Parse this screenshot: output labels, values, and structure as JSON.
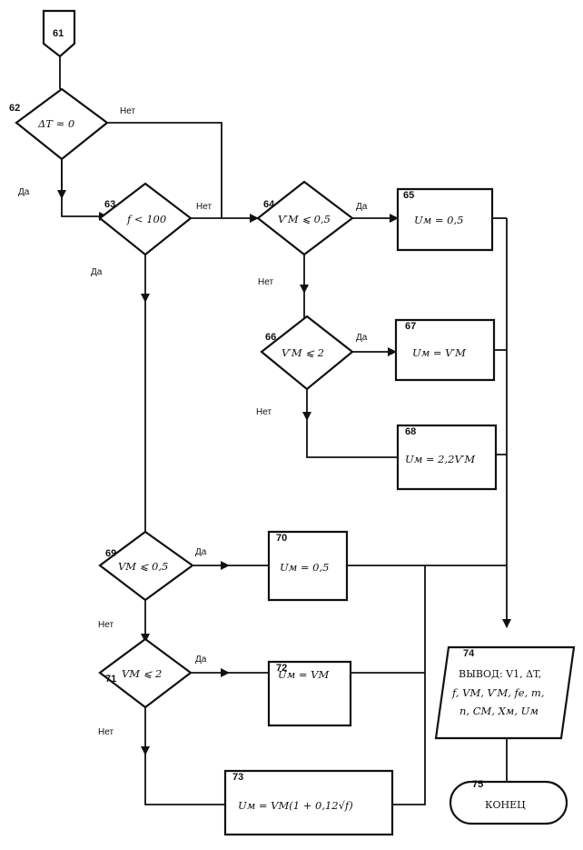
{
  "connector_in": {
    "number": "61"
  },
  "blocks": {
    "b62": {
      "number": "62",
      "text": "ΔT ≈ 0",
      "yes": "Да",
      "no": "Нет"
    },
    "b63": {
      "number": "63",
      "text": "f < 100",
      "yes": "Да",
      "no": "Нет"
    },
    "b64": {
      "number": "64",
      "text": "V′M ⩽ 0,5",
      "yes": "Да",
      "no": "Нет"
    },
    "b65": {
      "number": "65",
      "text": "Uм = 0,5"
    },
    "b66": {
      "number": "66",
      "text": "V′M ⩽ 2",
      "yes": "Да",
      "no": "Нет"
    },
    "b67": {
      "number": "67",
      "text": "Uм = V′M"
    },
    "b68": {
      "number": "68",
      "text": "Uм = 2,2V′M"
    },
    "b69": {
      "number": "69",
      "text": "VM ⩽ 0,5",
      "yes": "Да",
      "no": "Нет"
    },
    "b70": {
      "number": "70",
      "text": "Uм = 0,5"
    },
    "b71": {
      "number": "71",
      "text": "VM ⩽ 2",
      "yes": "Да",
      "no": "Нет"
    },
    "b72": {
      "number": "72",
      "text": "Uм = VM"
    },
    "b73": {
      "number": "73",
      "text": "Uм = VM(1 + 0,12√f)"
    },
    "b74": {
      "number": "74",
      "line1": "ВЫВОД: V1, ΔT,",
      "line2": "f, VM, V′M, fe, m,",
      "line3": "n, CM, Xм, Uм"
    },
    "b75": {
      "number": "75",
      "text": "КОНЕЦ"
    }
  }
}
